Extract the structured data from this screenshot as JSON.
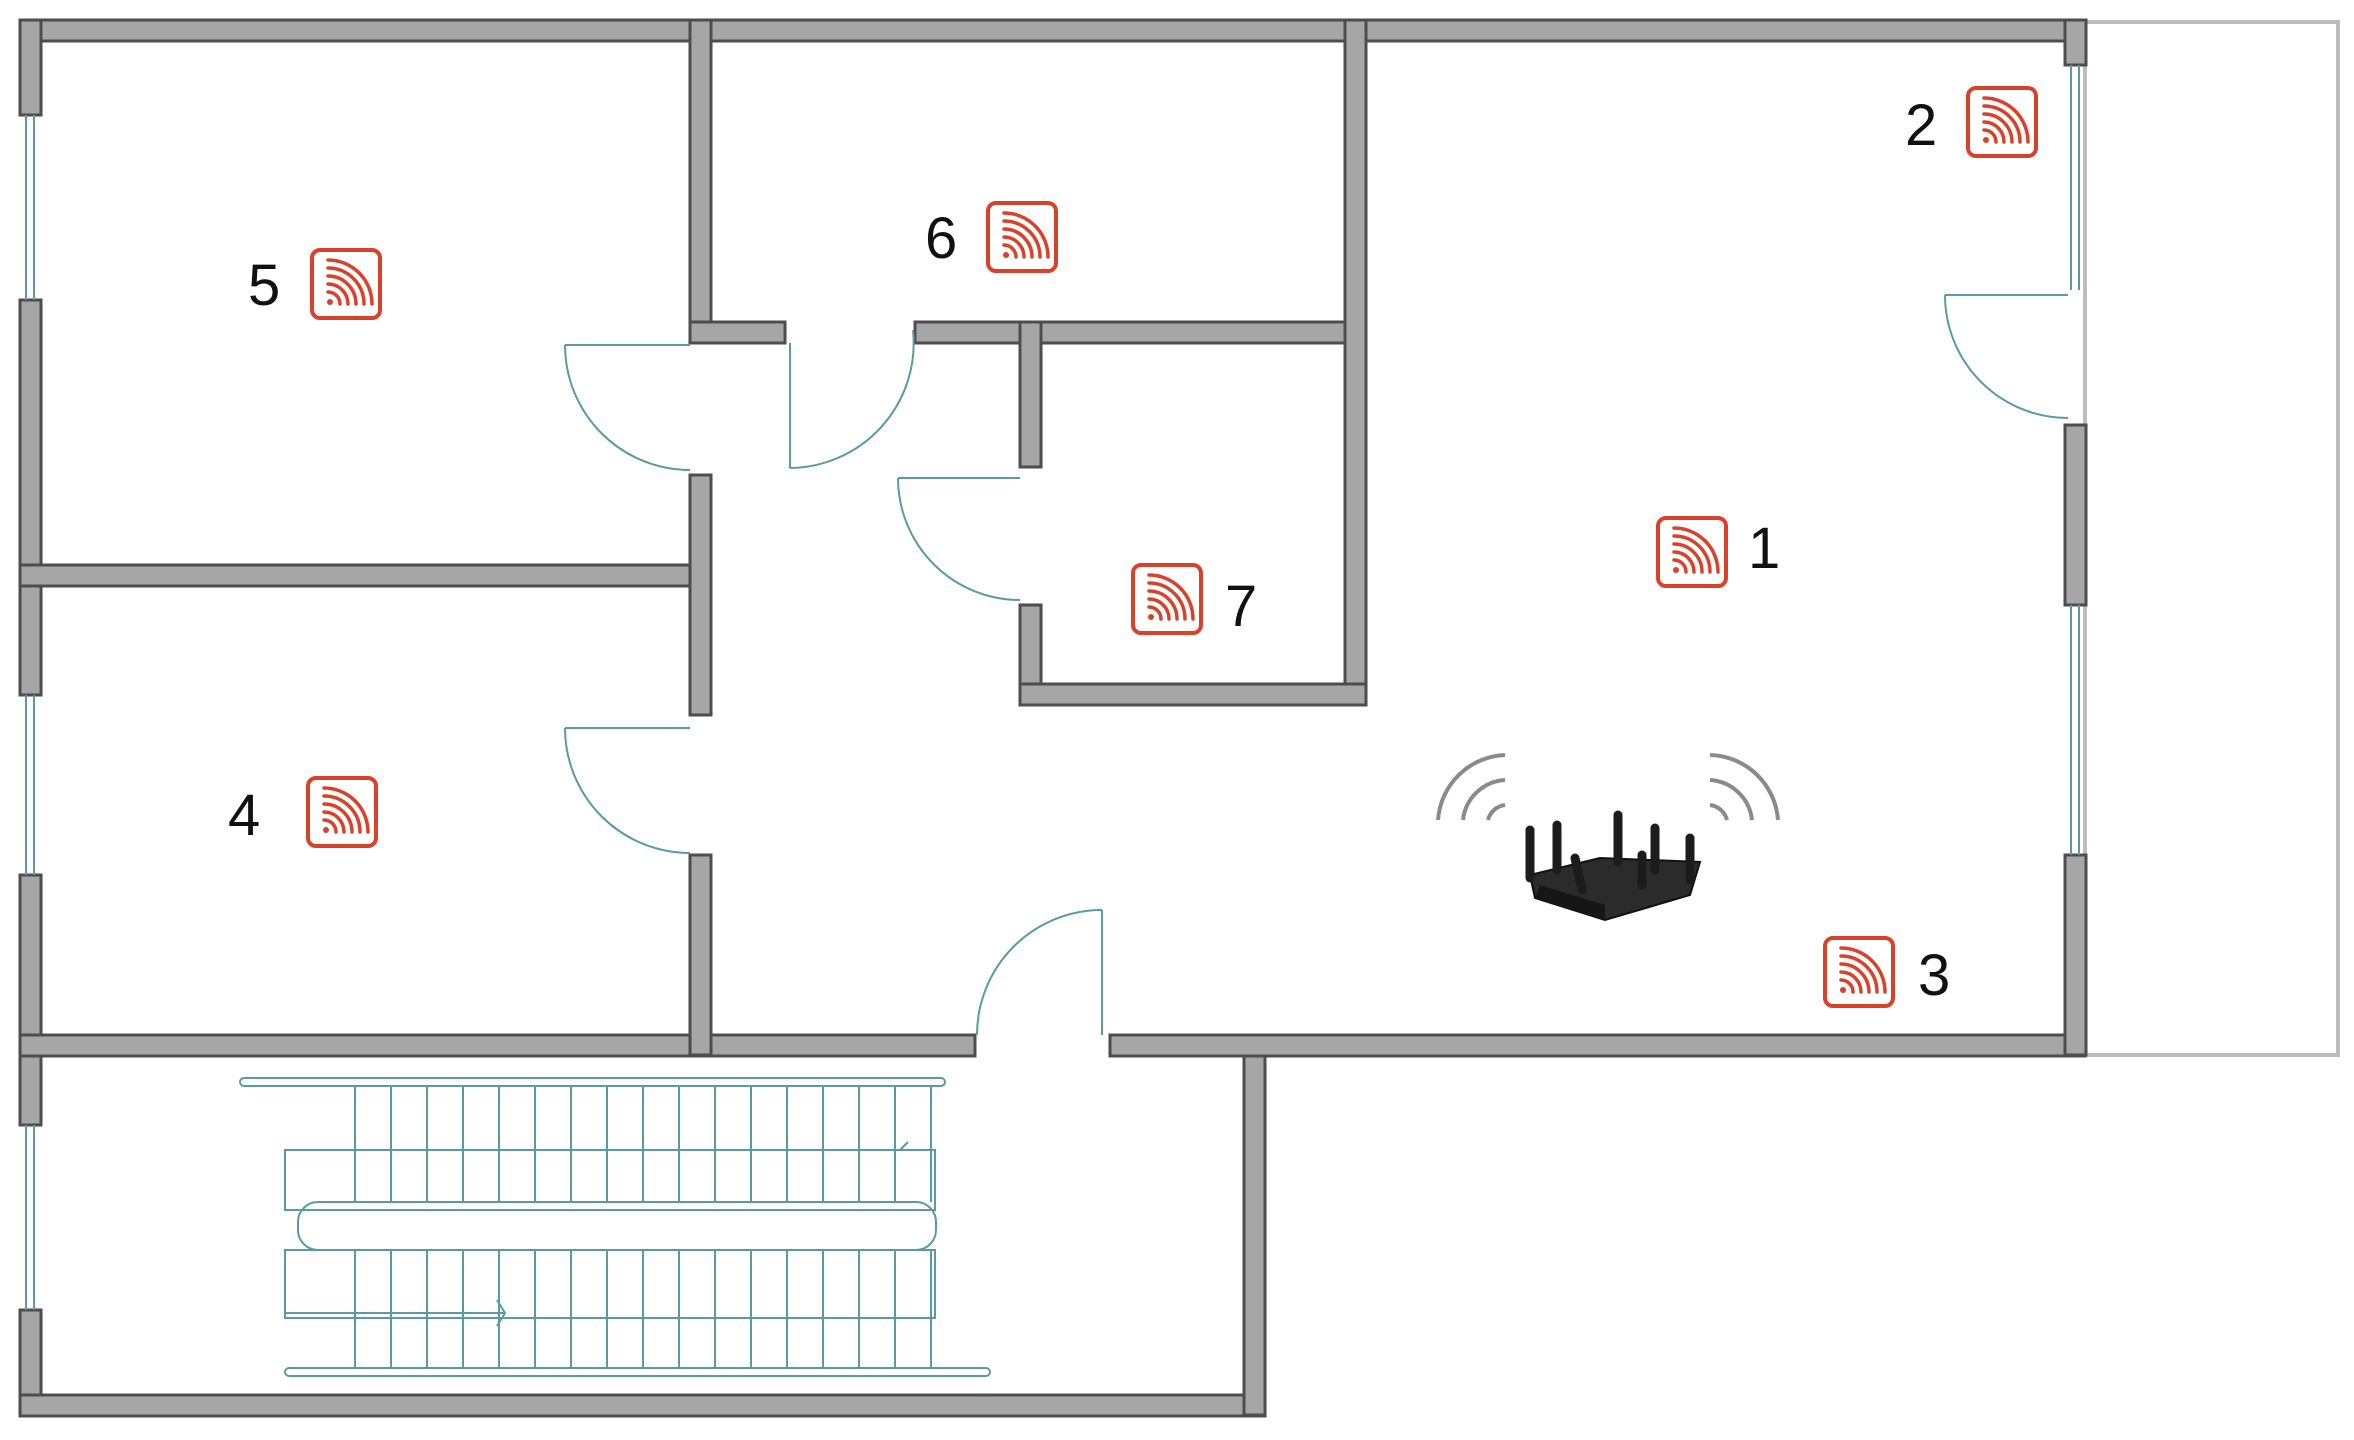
{
  "access_points": [
    {
      "id": "ap-1",
      "label": "1",
      "icon": "wifi-signal-icon",
      "color": "#d9412b"
    },
    {
      "id": "ap-2",
      "label": "2",
      "icon": "wifi-signal-icon",
      "color": "#d9412b"
    },
    {
      "id": "ap-3",
      "label": "3",
      "icon": "wifi-signal-icon",
      "color": "#d9412b"
    },
    {
      "id": "ap-4",
      "label": "4",
      "icon": "wifi-signal-icon",
      "color": "#d9412b"
    },
    {
      "id": "ap-5",
      "label": "5",
      "icon": "wifi-signal-icon",
      "color": "#d9412b"
    },
    {
      "id": "ap-6",
      "label": "6",
      "icon": "wifi-signal-icon",
      "color": "#d9412b"
    },
    {
      "id": "ap-7",
      "label": "7",
      "icon": "wifi-signal-icon",
      "color": "#d9412b"
    }
  ],
  "router": {
    "icon": "wifi-router-icon",
    "signal_icon": "signal-waves-icon"
  },
  "colors": {
    "wall": "#a6a6a6",
    "glass": "#5a9aa0",
    "marker": "#d9412b"
  }
}
